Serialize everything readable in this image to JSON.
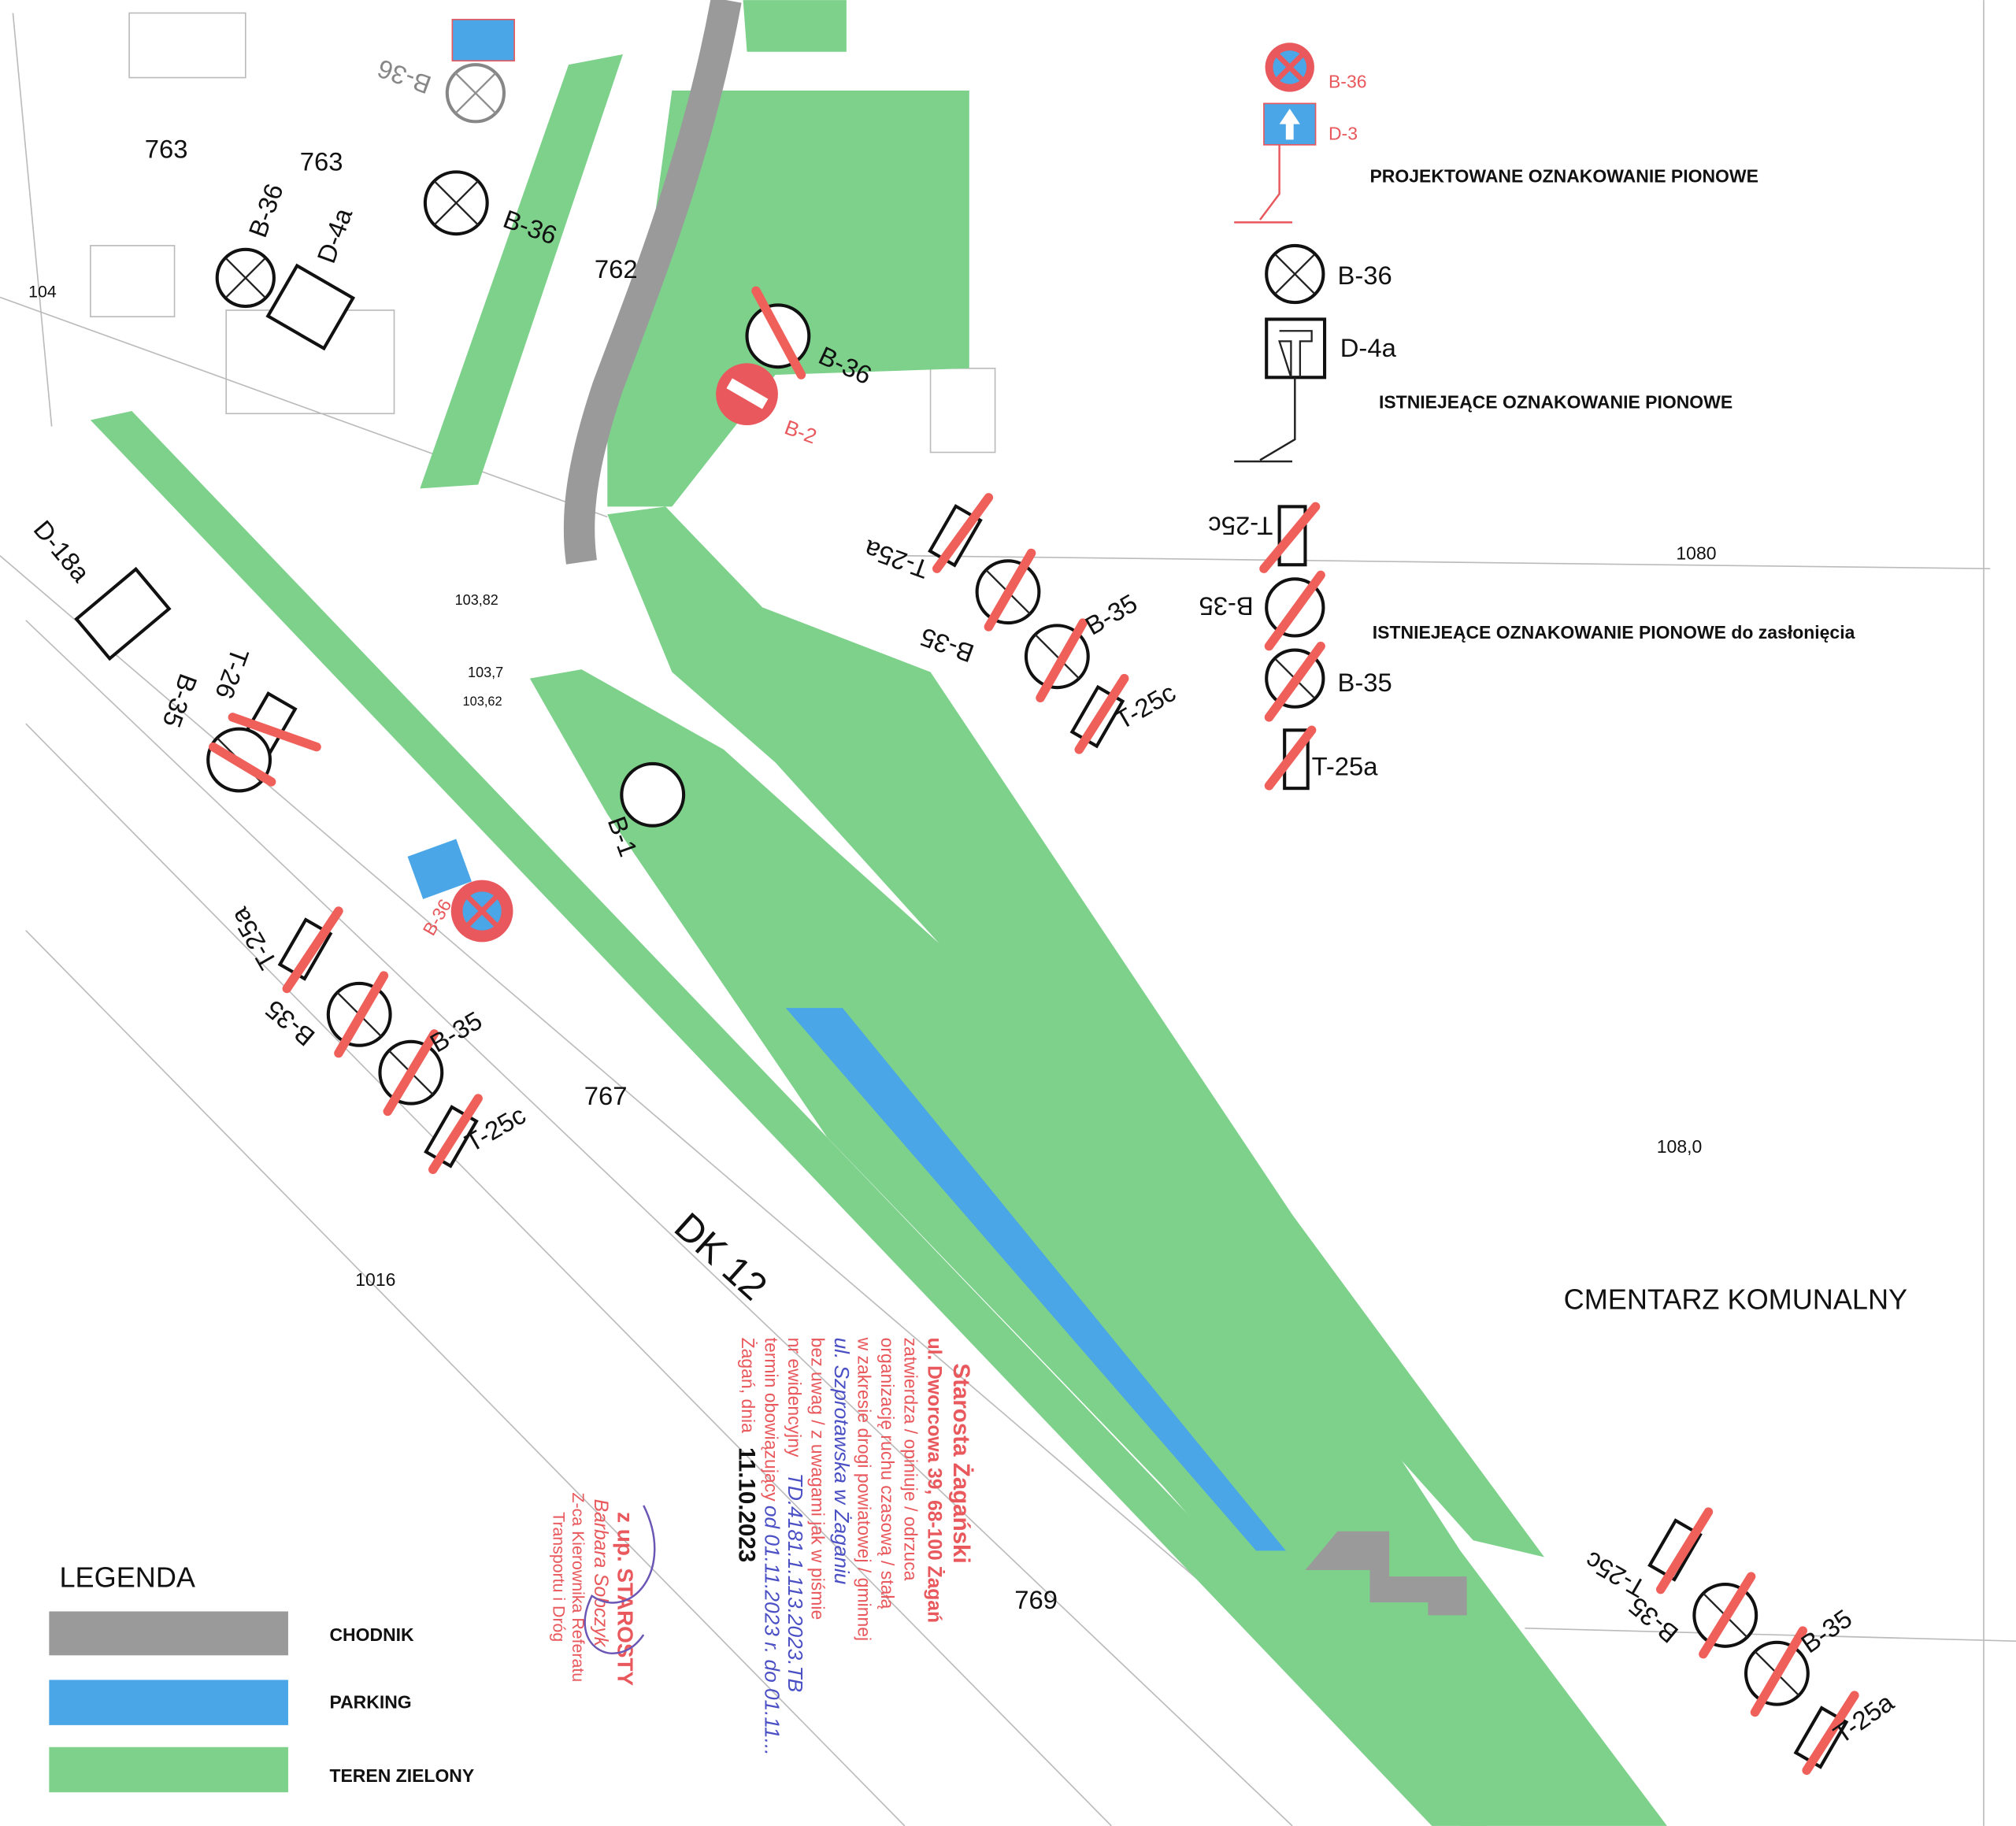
{
  "colors": {
    "green": "#7dd18b",
    "gray": "#9a9a9a",
    "blue": "#4aa6e6",
    "red": "#e8585c",
    "ink": "#4a4fc4"
  },
  "road": {
    "name": "DK 12"
  },
  "parcels": [
    "763",
    "763",
    "762",
    "767",
    "769",
    "104"
  ],
  "area_label": "CMENTARZ KOMUNALNY",
  "elevations": [
    "103,82",
    "103,7",
    "103,62",
    "108,0",
    "1016",
    "1080"
  ],
  "key": {
    "projected": {
      "signs": [
        "B-36",
        "D-3"
      ],
      "title": "PROJEKTOWANE OZNAKOWANIE PIONOWE"
    },
    "existing": {
      "signs": [
        "B-36",
        "D-4a"
      ],
      "title": "ISTNIEJEĄCE OZNAKOWANIE PIONOWE"
    },
    "to_cover": {
      "signs": [
        "T-25c",
        "B-35",
        "B-35",
        "T-25a"
      ],
      "title": "ISTNIEJEĄCE OZNAKOWANIE PIONOWE do zasłonięcia"
    }
  },
  "map_signs": [
    "B-36",
    "D-4a",
    "B-36",
    "B-36",
    "B-36",
    "B-2",
    "T-25a",
    "B-35",
    "B-35",
    "T-25c",
    "T-26",
    "B-35",
    "D-18a",
    "B-1",
    "B-36",
    "T-25a",
    "B-35",
    "B-35",
    "T-25c",
    "T-25c",
    "B-35",
    "B-35",
    "T-25a"
  ],
  "legend": {
    "title": "LEGENDA",
    "items": [
      {
        "label": "CHODNIK",
        "color": "#9a9a9a"
      },
      {
        "label": "PARKING",
        "color": "#4aa6e6"
      },
      {
        "label": "TEREN ZIELONY",
        "color": "#7dd18b"
      }
    ]
  },
  "stamp": {
    "lines": [
      "Starosta Żagański",
      "ul. Dworcowa 39, 68-100 Żagań",
      "zatwierdza / opiniuje / odrzuca",
      "organizację ruchu czasową / stałą",
      "w zakresie drogi powiatowej / gminnej",
      "bez uwag / z uwagami jak w piśmie",
      "nr ewidencyjny",
      "termin obowiązujący",
      "Żagań, dnia"
    ],
    "handwritten": {
      "road": "ul. Szprotawska w Żaganiu",
      "number": "TD.4181.1.113.2023.TB",
      "term": "od 01.11.2023 r. do 01.11...",
      "date": "11.10.2023"
    },
    "signature": [
      "z up. STAROSTY",
      "Barbara Sobczyk",
      "Z-ca Kierownika Referatu",
      "Transportu i Dróg"
    ]
  }
}
